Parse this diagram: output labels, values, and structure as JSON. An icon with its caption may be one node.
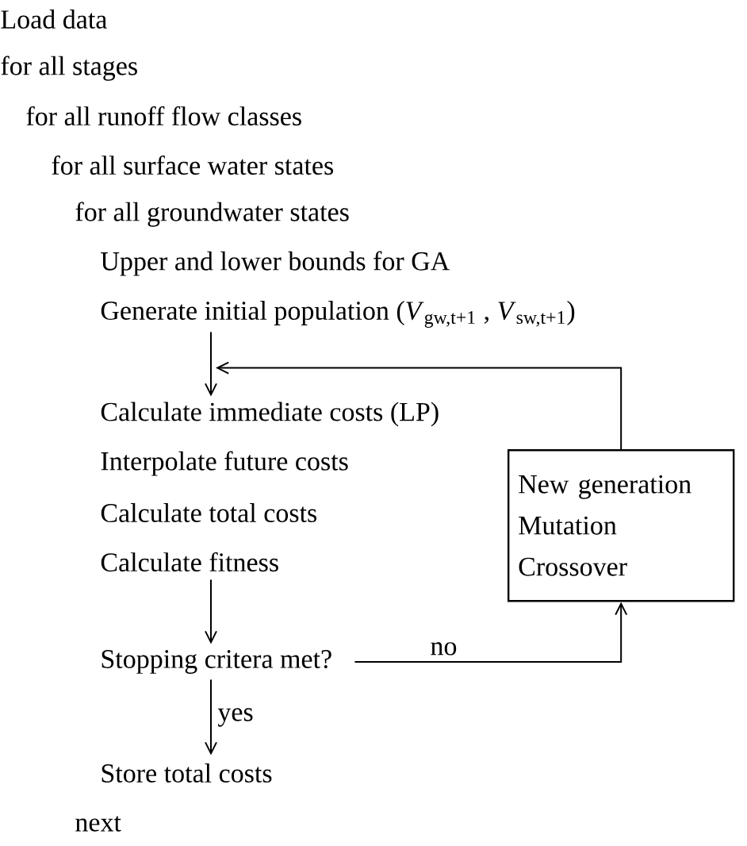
{
  "diagram": {
    "nodes": [
      {
        "text": [
          "Generate initial population (*V*$_{gw,t+1}$ , *V*$_{sw,t+1}$)"
        ]
      },
      {
        "text": [
          "Calculate immediate costs (LP)"
        ]
      },
      {
        "text": [
          "Calculate fitness"
        ]
      },
      {
        "text": [
          "Stopping critera met?"
        ]
      },
      {
        "text": [
          "New generation",
          "Mutation",
          "Crossover"
        ]
      },
      {
        "text": [
          "Store total costs"
        ]
      }
    ],
    "edges": [
      {
        "from": 0,
        "to": 1,
        "arrow": "to"
      },
      {
        "from": 4,
        "to": 1,
        "arrow": "to"
      },
      {
        "from": 2,
        "to": 3,
        "arrow": "to"
      },
      {
        "from": 3,
        "to": 4,
        "arrow": "to",
        "label": "no"
      },
      {
        "from": 3,
        "to": 5,
        "arrow": "to",
        "label": "yes"
      }
    ],
    "labels": [
      "Load data",
      "for all stages",
      "for all runoff flow classes",
      "for all surface water states",
      "for all groundwater states",
      "Upper and lower bounds for GA",
      "Interpolate future costs",
      "Calculate total costs",
      "next"
    ]
  }
}
